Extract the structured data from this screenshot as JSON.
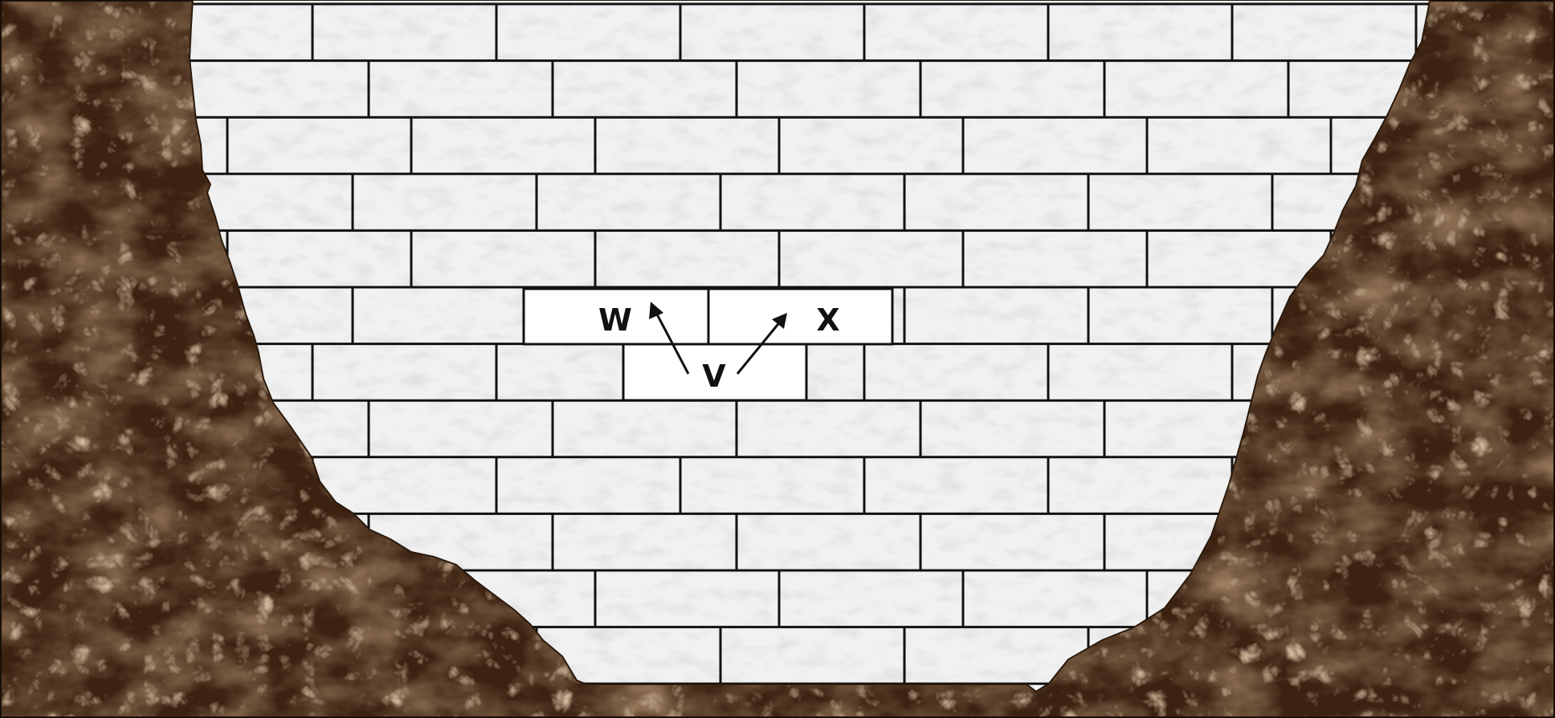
{
  "diagram": {
    "labels": {
      "w": "W",
      "x": "X",
      "v": "V"
    },
    "colors": {
      "rock_dark": "#3b2211",
      "rock_mid": "#5a3a22",
      "rock_light": "#9a7450",
      "brick_light": "#f1f1f1",
      "brick_shade": "#c9c9c9",
      "mortar": "#111111",
      "highlight_brick": "#ffffff",
      "label": "#111111"
    },
    "icons": {
      "arrow_v_to_w": "arrow-up-left-icon",
      "arrow_v_to_x": "arrow-up-right-icon"
    }
  }
}
